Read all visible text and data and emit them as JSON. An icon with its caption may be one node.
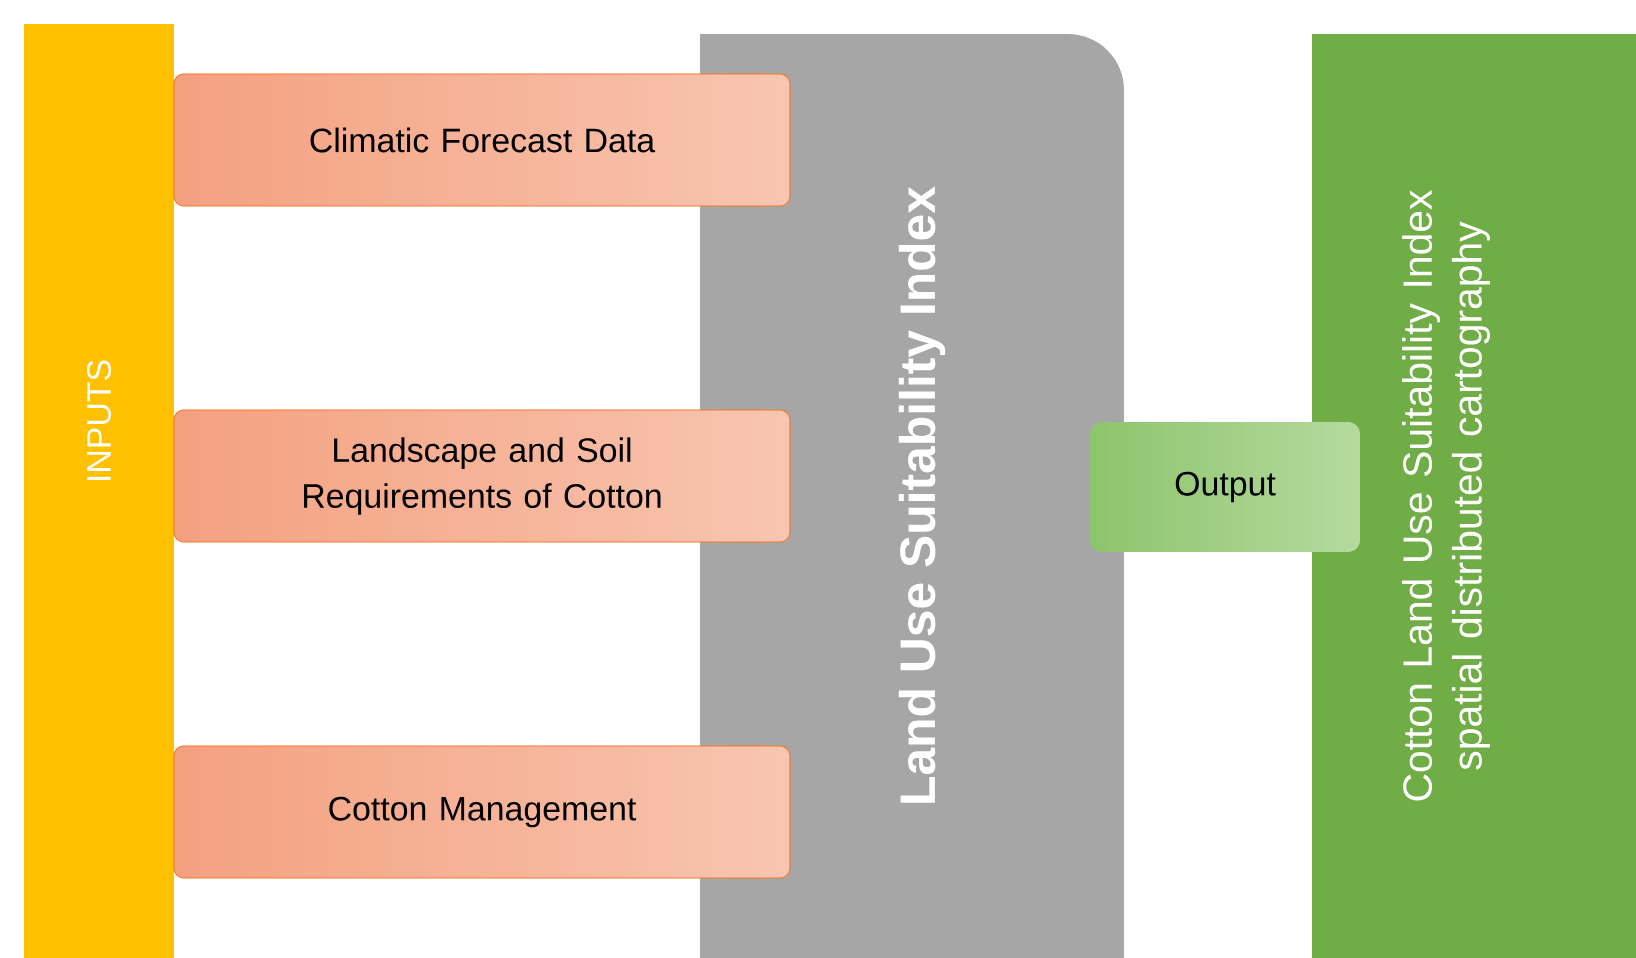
{
  "diagram": {
    "nodes": [
      {
        "text": [
          "INPUTS"
        ]
      },
      {
        "text": [
          "Climatic Forecast Data"
        ]
      },
      {
        "text": [
          "Landscape and Soil Requirements of Cotton"
        ]
      },
      {
        "text": [
          "Cotton Management"
        ]
      },
      {
        "text": [
          "Land Use Suitability Index"
        ]
      },
      {
        "text": [
          "Output"
        ]
      },
      {
        "text": [
          "Cotton Land Use Suitability Index spatial distributed cartography"
        ]
      }
    ]
  }
}
